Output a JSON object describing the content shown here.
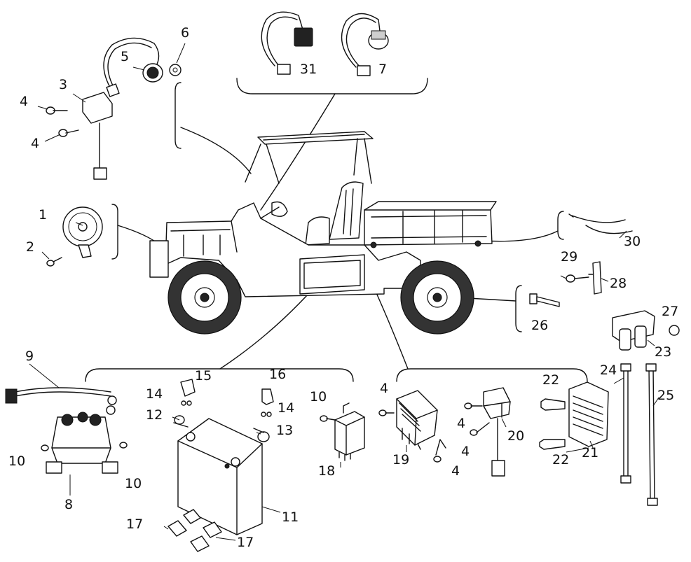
{
  "diagram": {
    "labels": {
      "p1": "1",
      "p2": "2",
      "p3": "3",
      "p4a": "4",
      "p4b": "4",
      "p5": "5",
      "p6": "6",
      "p7": "7",
      "p31": "31",
      "p9": "9",
      "p8": "8",
      "p10a": "10",
      "p10b": "10",
      "p11": "11",
      "p12": "12",
      "p13": "13",
      "p14a": "14",
      "p14b": "14",
      "p15": "15",
      "p16": "16",
      "p17a": "17",
      "p17b": "17",
      "p10c": "10",
      "p18": "18",
      "p4c": "4",
      "p19": "19",
      "p4d": "4",
      "p4e": "4",
      "p4f": "4",
      "p20": "20",
      "p22a": "22",
      "p22b": "22",
      "p21": "21",
      "p24": "24",
      "p25": "25",
      "p23": "23",
      "p27": "27",
      "p26": "26",
      "p29": "29",
      "p28": "28",
      "p30": "30"
    }
  }
}
